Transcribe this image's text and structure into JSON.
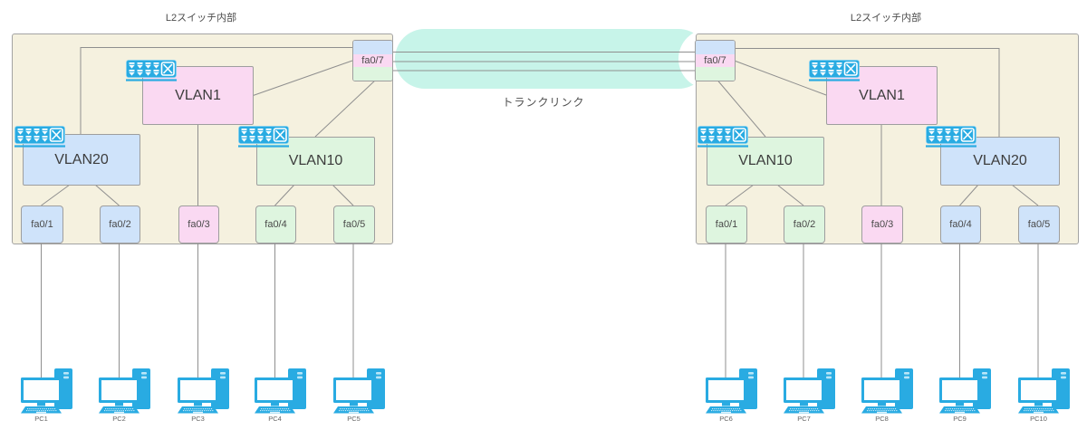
{
  "diagram": {
    "trunk": {
      "label": "トランクリンク"
    },
    "switches": [
      {
        "title": "L2スイッチ内部",
        "trunk_port": "fa0/7",
        "vlans": {
          "vlan1": "VLAN1",
          "vlan20": "VLAN20",
          "vlan10": "VLAN10"
        },
        "ports": [
          "fa0/1",
          "fa0/2",
          "fa0/3",
          "fa0/4",
          "fa0/5"
        ]
      },
      {
        "title": "L2スイッチ内部",
        "trunk_port": "fa0/7",
        "vlans": {
          "vlan1": "VLAN1",
          "vlan10": "VLAN10",
          "vlan20": "VLAN20"
        },
        "ports": [
          "fa0/1",
          "fa0/2",
          "fa0/3",
          "fa0/4",
          "fa0/5"
        ]
      }
    ],
    "pcs": [
      "PC1",
      "PC2",
      "PC3",
      "PC4",
      "PC5",
      "PC6",
      "PC7",
      "PC8",
      "PC9",
      "PC10"
    ],
    "colors": {
      "switch_bg": "#f5f1df",
      "vlan_pink": "#fad9f2",
      "vlan_blue": "#cfe3fa",
      "vlan_green": "#def5df",
      "trunk_fill": "#c7f4e9",
      "device_blue": "#29abe2",
      "wire": "#8f8f8f"
    }
  }
}
